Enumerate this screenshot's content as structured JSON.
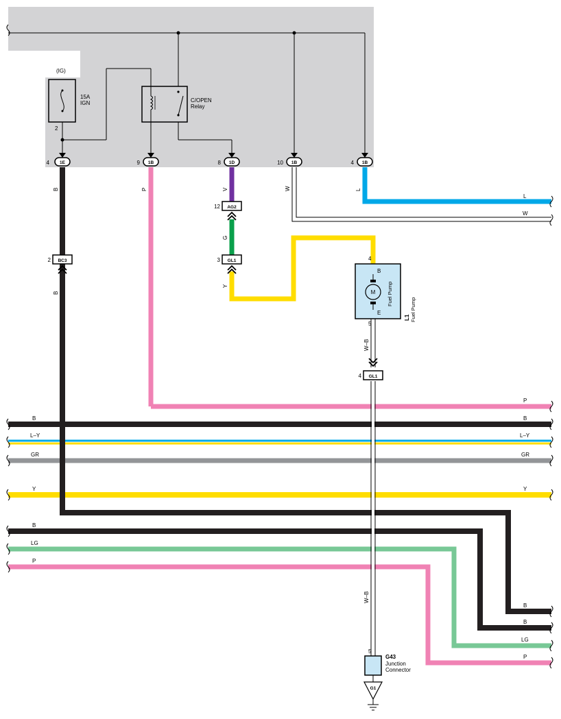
{
  "fuse": {
    "group": "(IG)",
    "rating": "15A",
    "name": "IGN",
    "pin": "2"
  },
  "relay": {
    "line1": "C/OPEN",
    "line2": "Relay"
  },
  "plugs": [
    {
      "pin": "4",
      "id": "1E"
    },
    {
      "pin": "9",
      "id": "1B"
    },
    {
      "pin": "8",
      "id": "1D"
    },
    {
      "pin": "10",
      "id": "1B"
    },
    {
      "pin": "4",
      "id": "1B"
    }
  ],
  "connectors": {
    "ag2": {
      "pin": "12",
      "id": "AG2"
    },
    "gl1_upper": {
      "pin": "3",
      "id": "GL1"
    },
    "bc3": {
      "pin": "2",
      "id": "BC3"
    },
    "gl1_lower": {
      "pin": "4",
      "id": "GL1"
    }
  },
  "fuel_pump": {
    "code": "L1",
    "label": "Fuel Pump",
    "inner_label": "Fuel Pump",
    "motor": "M",
    "pin_top": "4",
    "pin_bottom": "5",
    "term_top": "B",
    "term_bottom": "E"
  },
  "junction": {
    "code": "G43",
    "line1": "Junction",
    "line2": "Connector",
    "pin": "5"
  },
  "ground": {
    "id": "G1"
  },
  "wire_labels": {
    "b_down": "B",
    "b_down2": "B",
    "p_down": "P",
    "v_down": "V",
    "g_down": "G",
    "y_down": "Y",
    "w_down": "W",
    "l_down": "L",
    "wb_upper": "W–B",
    "wb_lower": "W–B",
    "l_right": "L",
    "w_right": "W",
    "p_right": "P",
    "bus_b_left": "B",
    "bus_b_right": "B",
    "bus_ly_left": "L–Y",
    "bus_ly_right": "L–Y",
    "bus_gr_left": "GR",
    "bus_gr_right": "GR",
    "bus_y_left": "Y",
    "bus_y_right": "Y",
    "b2_left": "B",
    "lg_left": "LG",
    "p2_left": "P",
    "out_b1": "B",
    "out_b2": "B",
    "out_lg": "LG",
    "out_p": "P"
  },
  "colors": {
    "panel": "#d3d3d5",
    "black": "#231f20",
    "pink": "#f082b4",
    "violet": "#7030a0",
    "green": "#0aa04b",
    "yellow": "#ffdd00",
    "blue": "#00a8e8",
    "gray": "#939598",
    "light_green": "#78c896",
    "component_fill": "#c8e6f5"
  }
}
